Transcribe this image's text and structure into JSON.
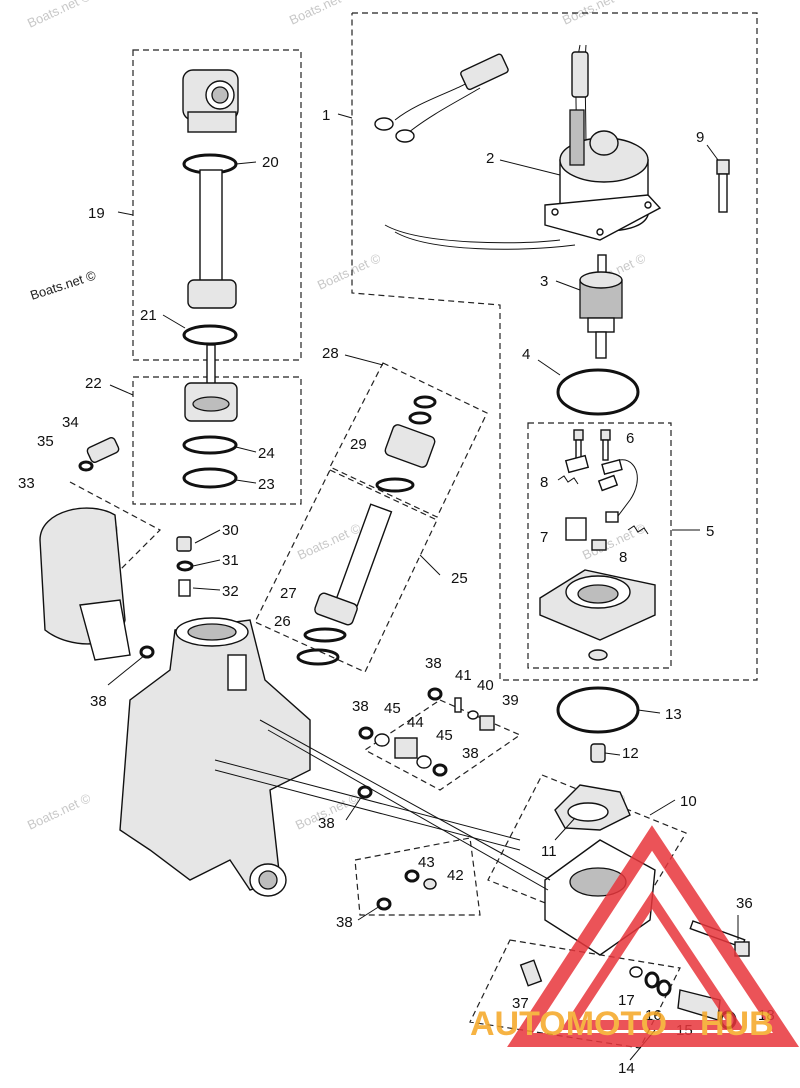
{
  "watermark": "Boats.net ©",
  "brand": {
    "part1": "AUTOMOTO",
    "part2": "HUB",
    "color_orange": "#f5a623",
    "color_red": "#e8363c"
  },
  "callouts": {
    "c1": "1",
    "c2": "2",
    "c3": "3",
    "c4": "4",
    "c5": "5",
    "c6": "6",
    "c7": "7",
    "c8a": "8",
    "c8b": "8",
    "c9": "9",
    "c10": "10",
    "c11": "11",
    "c12": "12",
    "c13": "13",
    "c14": "14",
    "c15": "15",
    "c16": "16",
    "c17": "17",
    "c18": "18",
    "c19": "19",
    "c20": "20",
    "c21": "21",
    "c22": "22",
    "c23": "23",
    "c24": "24",
    "c25": "25",
    "c26": "26",
    "c27": "27",
    "c28": "28",
    "c29": "29",
    "c30": "30",
    "c31": "31",
    "c32": "32",
    "c33": "33",
    "c34": "34",
    "c35": "35",
    "c36": "36",
    "c37": "37",
    "c38a": "38",
    "c38b": "38",
    "c38c": "38",
    "c38d": "38",
    "c38e": "38",
    "c38f": "38",
    "c39": "39",
    "c40": "40",
    "c41": "41",
    "c42": "42",
    "c43": "43",
    "c44": "44",
    "c45a": "45",
    "c45b": "45"
  }
}
